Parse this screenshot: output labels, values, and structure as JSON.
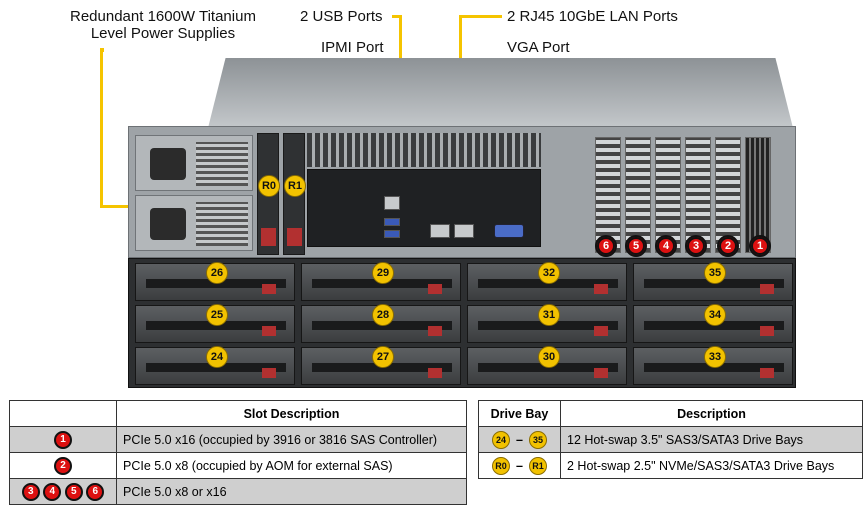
{
  "callouts": {
    "psu": "Redundant 1600W Titanium\nLevel Power Supplies",
    "usb": "2 USB Ports",
    "ipmi": "IPMI Port",
    "lan": "2 RJ45 10GbE LAN Ports",
    "vga": "VGA Port"
  },
  "badges": {
    "rear_bays": [
      "R0",
      "R1"
    ],
    "pcie_slots": [
      "6",
      "5",
      "4",
      "3",
      "2",
      "1"
    ],
    "drive_rows": [
      [
        "26",
        "29",
        "32",
        "35"
      ],
      [
        "25",
        "28",
        "31",
        "34"
      ],
      [
        "24",
        "27",
        "30",
        "33"
      ]
    ]
  },
  "slot_table": {
    "header_blank": "",
    "header": "Slot Description",
    "rows": [
      {
        "slots": [
          "1"
        ],
        "desc": "PCIe 5.0 x16 (occupied by 3916 or 3816 SAS Controller)"
      },
      {
        "slots": [
          "2"
        ],
        "desc": "PCIe 5.0 x8 (occupied by AOM for external SAS)"
      },
      {
        "slots": [
          "3",
          "4",
          "5",
          "6"
        ],
        "desc": "PCIe 5.0 x8 or x16"
      }
    ]
  },
  "bay_table": {
    "header_bay": "Drive Bay",
    "header_desc": "Description",
    "rows": [
      {
        "from": "24",
        "to": "35",
        "sep": "–",
        "desc": "12 Hot-swap 3.5\" SAS3/SATA3 Drive Bays"
      },
      {
        "from": "R0",
        "to": "R1",
        "sep": "–",
        "desc": "2 Hot-swap 2.5\" NVMe/SAS3/SATA3 Drive Bays"
      }
    ]
  },
  "colors": {
    "leader": "#f5c400",
    "badge_yellow": "#f2c200",
    "badge_red": "#dd1111",
    "row_shade": "#cfcfcf"
  }
}
